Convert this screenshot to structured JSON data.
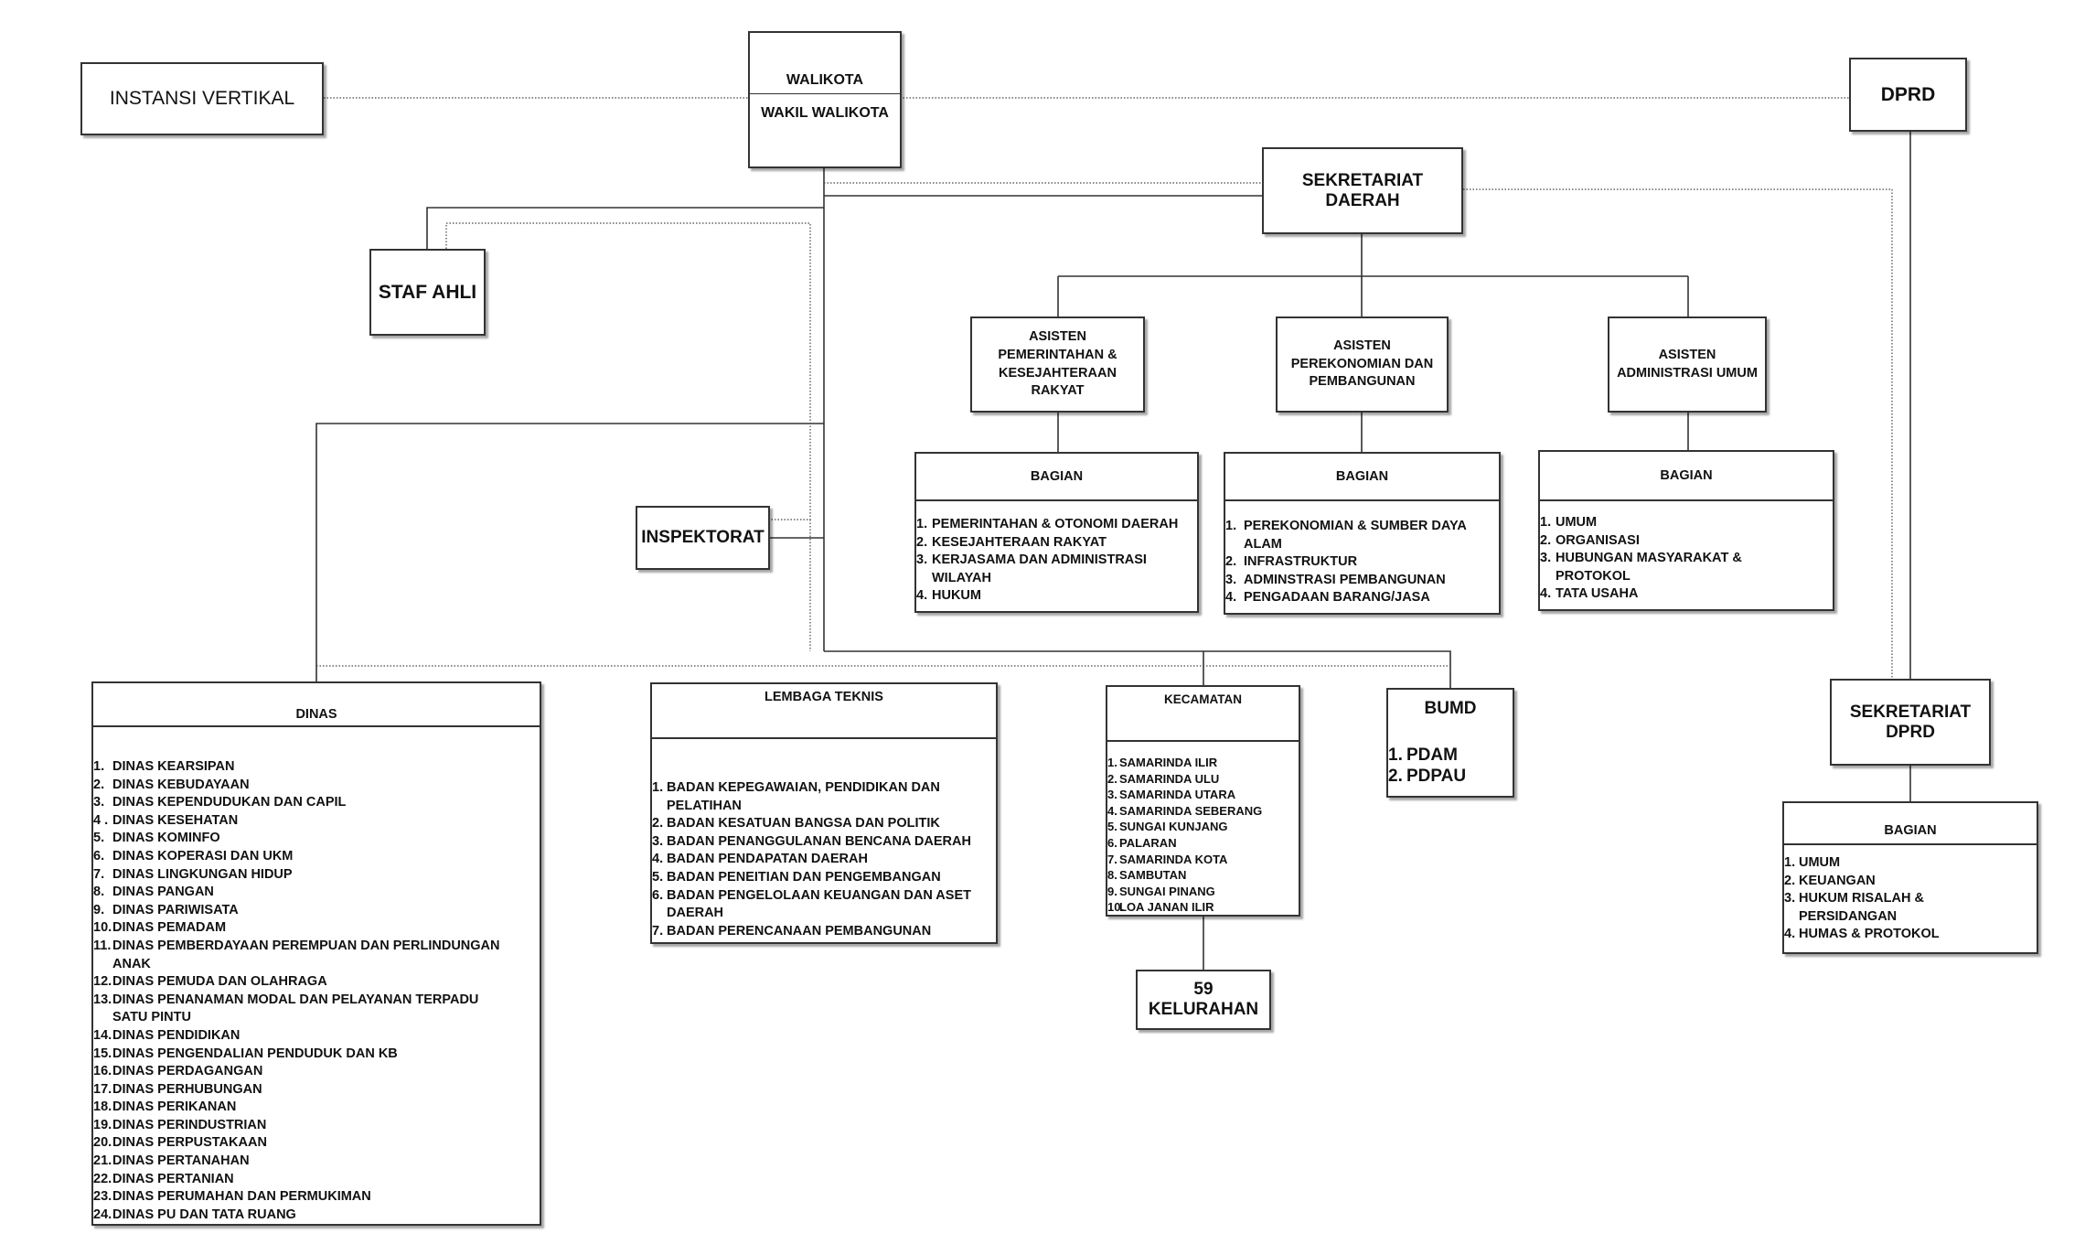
{
  "walikota": {
    "top": "WALIKOTA",
    "bottom": "WAKIL WALIKOTA"
  },
  "instansi_vertikal": "INSTANSI VERTIKAL",
  "dprd": "DPRD",
  "sekretariat_daerah": "SEKRETARIAT DAERAH",
  "staf_ahli": "STAF AHLI",
  "inspektorat": "INSPEKTORAT",
  "asisten": [
    {
      "title": "ASISTEN\nPEMERINTAHAN &\nKESEJAHTERAAN RAKYAT",
      "bagian_title": "BAGIAN",
      "items": [
        {
          "num": "1.",
          "text": "PEMERINTAHAN & OTONOMI DAERAH"
        },
        {
          "num": "2.",
          "text": "KESEJAHTERAAN RAKYAT"
        },
        {
          "num": "3.",
          "text": "KERJASAMA DAN ADMINISTRASI\nWILAYAH"
        },
        {
          "num": "4.",
          "text": "HUKUM"
        }
      ]
    },
    {
      "title": "ASISTEN\nPEREKONOMIAN DAN\nPEMBANGUNAN",
      "bagian_title": "BAGIAN",
      "items": [
        {
          "num": "1.",
          "text": "PEREKONOMIAN & SUMBER DAYA\nALAM"
        },
        {
          "num": "2.",
          "text": "INFRASTRUKTUR"
        },
        {
          "num": "3.",
          "text": "ADMINSTRASI PEMBANGUNAN"
        },
        {
          "num": "4.",
          "text": "PENGADAAN BARANG/JASA"
        }
      ]
    },
    {
      "title": "ASISTEN\nADMINISTRASI  UMUM",
      "bagian_title": "BAGIAN",
      "items": [
        {
          "num": "1.",
          "text": "UMUM"
        },
        {
          "num": "2.",
          "text": "ORGANISASI"
        },
        {
          "num": "3.",
          "text": "HUBUNGAN MASYARAKAT &\nPROTOKOL"
        },
        {
          "num": "4.",
          "text": "TATA USAHA"
        }
      ]
    }
  ],
  "dinas": {
    "title": "DINAS",
    "items": [
      {
        "num": "1.",
        "text": "DINAS KEARSIPAN"
      },
      {
        "num": "2.",
        "text": "DINAS KEBUDAYAAN"
      },
      {
        "num": "3.",
        "text": "DINAS KEPENDUDUKAN DAN CAPIL"
      },
      {
        "num": "4 .",
        "text": "DINAS KESEHATAN"
      },
      {
        "num": "5.",
        "text": "DINAS KOMINFO"
      },
      {
        "num": "6.",
        "text": "DINAS KOPERASI DAN UKM"
      },
      {
        "num": "7.",
        "text": "DINAS LINGKUNGAN HIDUP"
      },
      {
        "num": "8.",
        "text": "DINAS PANGAN"
      },
      {
        "num": "9.",
        "text": "DINAS PARIWISATA"
      },
      {
        "num": "10.",
        "text": "DINAS PEMADAM"
      },
      {
        "num": "11.",
        "text": "DINAS PEMBERDAYAAN PEREMPUAN DAN PERLINDUNGAN\nANAK"
      },
      {
        "num": "12.",
        "text": "DINAS PEMUDA DAN OLAHRAGA"
      },
      {
        "num": "13.",
        "text": "DINAS PENANAMAN MODAL DAN PELAYANAN TERPADU\nSATU PINTU"
      },
      {
        "num": "14.",
        "text": "DINAS PENDIDIKAN"
      },
      {
        "num": "15.",
        "text": "DINAS PENGENDALIAN PENDUDUK DAN KB"
      },
      {
        "num": "16.",
        "text": "DINAS PERDAGANGAN"
      },
      {
        "num": "17.",
        "text": "DINAS PERHUBUNGAN"
      },
      {
        "num": "18.",
        "text": "DINAS PERIKANAN"
      },
      {
        "num": "19.",
        "text": "DINAS PERINDUSTRIAN"
      },
      {
        "num": "20.",
        "text": "DINAS PERPUSTAKAAN"
      },
      {
        "num": "21.",
        "text": "DINAS PERTANAHAN"
      },
      {
        "num": "22.",
        "text": "DINAS PERTANIAN"
      },
      {
        "num": "23.",
        "text": "DINAS PERUMAHAN DAN PERMUKIMAN"
      },
      {
        "num": "24.",
        "text": "DINAS PU DAN TATA RUANG"
      }
    ]
  },
  "lembaga_teknis": {
    "title": "LEMBAGA TEKNIS",
    "items": [
      {
        "num": "1.",
        "text": "BADAN KEPEGAWAIAN, PENDIDIKAN DAN\nPELATIHAN"
      },
      {
        "num": "2.",
        "text": "BADAN KESATUAN BANGSA DAN POLITIK"
      },
      {
        "num": "3.",
        "text": "BADAN PENANGGULANAN BENCANA DAERAH"
      },
      {
        "num": "4.",
        "text": "BADAN PENDAPATAN DAERAH"
      },
      {
        "num": "5.",
        "text": "BADAN PENEITIAN DAN PENGEMBANGAN"
      },
      {
        "num": "6.",
        "text": "BADAN PENGELOLAAN KEUANGAN DAN ASET\nDAERAH"
      },
      {
        "num": "7.",
        "text": "BADAN PERENCANAAN PEMBANGUNAN"
      }
    ]
  },
  "kecamatan": {
    "title": "KECAMATAN",
    "items": [
      {
        "num": "1.",
        "text": "SAMARINDA ILIR"
      },
      {
        "num": "2.",
        "text": "SAMARINDA ULU"
      },
      {
        "num": "3.",
        "text": "SAMARINDA UTARA"
      },
      {
        "num": "4.",
        "text": "SAMARINDA SEBERANG"
      },
      {
        "num": "5.",
        "text": "SUNGAI KUNJANG"
      },
      {
        "num": "6.",
        "text": "PALARAN"
      },
      {
        "num": "7.",
        "text": "SAMARINDA KOTA"
      },
      {
        "num": "8.",
        "text": "SAMBUTAN"
      },
      {
        "num": "9.",
        "text": "SUNGAI PINANG"
      },
      {
        "num": "10.",
        "text": "LOA JANAN ILIR"
      }
    ]
  },
  "kelurahan": "59 KELURAHAN",
  "bumd": {
    "title": "BUMD",
    "items": [
      {
        "num": "1.",
        "text": "PDAM"
      },
      {
        "num": "2.",
        "text": "PDPAU"
      }
    ]
  },
  "sekretariat_dprd": "SEKRETARIAT DPRD",
  "bagian_dprd": {
    "title": "BAGIAN",
    "items": [
      {
        "num": "1.",
        "text": "UMUM"
      },
      {
        "num": "2.",
        "text": "KEUANGAN"
      },
      {
        "num": "3.",
        "text": "HUKUM RISALAH &\nPERSIDANGAN"
      },
      {
        "num": "4.",
        "text": "HUMAS & PROTOKOL"
      }
    ]
  }
}
